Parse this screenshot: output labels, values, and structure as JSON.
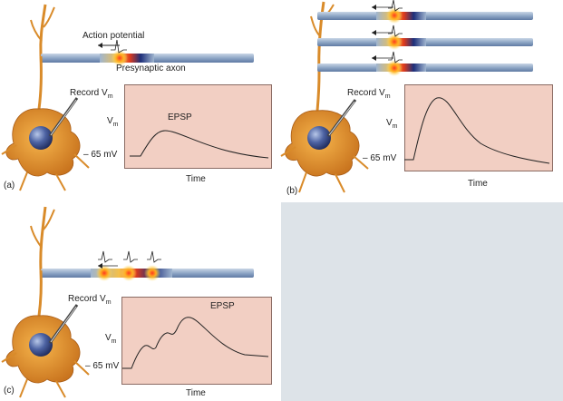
{
  "labels": {
    "action_potential": "Action potential",
    "presynaptic_axon": "Presynaptic axon",
    "record": "Record V",
    "record_sub": "m",
    "vm": "V",
    "vm_sub": "m",
    "epsp": "EPSP",
    "resting": "– 65 mV",
    "time": "Time"
  },
  "panels": {
    "a": "(a)",
    "b": "(b)",
    "c": "(c)"
  },
  "colors": {
    "plot_bg": "#f2cfc3",
    "axon": "#9fb5cf",
    "cell_body": "#e0922a",
    "nucleus": "#2e3f78",
    "empty_quadrant": "#dde3e8"
  }
}
